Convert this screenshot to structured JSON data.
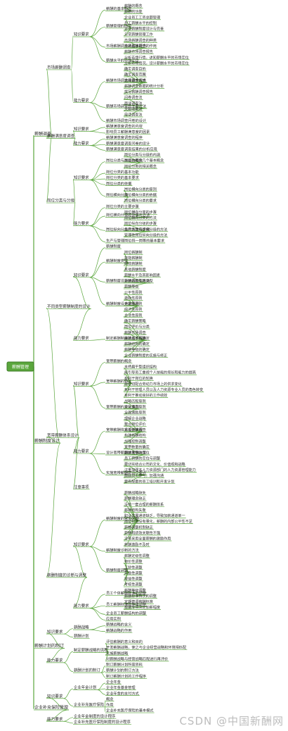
{
  "root": "薪酬管理",
  "watermark": "CSDN @中国新酬网",
  "colors": {
    "line": "#5aa63c",
    "root_fill": "#5aa63c",
    "text": "#2b2b2b"
  },
  "branches": [
    {
      "label": "薪酬调查",
      "children": [
        {
          "label": "市场薪酬调查",
          "children": [
            {
              "label": "知识要求",
              "children": [
                {
                  "label": "薪酬的基本概念",
                  "children": [
                    {
                      "label": "薪酬的概念"
                    },
                    {
                      "label": "薪酬的功能"
                    }
                  ]
                },
                {
                  "label": "薪酬管理的内容",
                  "children": [
                    {
                      "label": "企业员工工资总额管理"
                    },
                    {
                      "label": "员工薪酬水平的控制"
                    },
                    {
                      "label": "企业薪酬制度设计与完善"
                    },
                    {
                      "label": "日常薪酬管理工作"
                    }
                  ]
                },
                {
                  "label": "市场薪酬调查的基本概念",
                  "children": [
                    {
                      "label": "市场薪酬调查的种类"
                    },
                    {
                      "label": "市场薪酬调查的作用"
                    },
                    {
                      "label": "薪酬市场调查报告"
                    }
                  ]
                },
                {
                  "label": "薪酬水平的市场定位",
                  "children": [
                    {
                      "label": "分析市场行情，述知薪酬水平的市场定位"
                    },
                    {
                      "label": "分析市场情况，设计薪酬水平的市场定位"
                    }
                  ]
                }
              ]
            },
            {
              "label": "能力要求",
              "children": [
                {
                  "label": "薪酬市场调查的基本程序",
                  "children": [
                    {
                      "label": "确定调查目的"
                    },
                    {
                      "label": "确定调查范围"
                    },
                    {
                      "label": "选择调查方式"
                    },
                    {
                      "label": "薪酬调查数据的统计分析"
                    },
                    {
                      "label": "撰写薪酬调查报告"
                    }
                  ]
                },
                {
                  "label": "薪酬市场调查的主要方法",
                  "children": [
                    {
                      "label": "问卷调查法"
                    },
                    {
                      "label": "面谈调查法"
                    },
                    {
                      "label": "文献收集法"
                    },
                    {
                      "label": "电话调查法"
                    }
                  ]
                },
                {
                  "label": "薪酬市场调查问卷的设计"
                }
              ]
            }
          ]
        },
        {
          "label": "薪酬满意度调查",
          "children": [
            {
              "label": "知识要求",
              "children": [
                {
                  "label": "薪酬满意度调查的内容"
                },
                {
                  "label": "影响员工薪酬满意度的因素"
                }
              ]
            },
            {
              "label": "能力要求",
              "children": [
                {
                  "label": "薪酬满意度调查的程序"
                },
                {
                  "label": "薪酬满意度调查问卷的设计"
                },
                {
                  "label": "薪酬满意度调查结果的分析应用"
                }
              ]
            }
          ]
        },
        {
          "label": "岗位分类与分级",
          "children": [
            {
              "label": "知识要求",
              "children": [
                {
                  "label": "岗位分类与分级的概念",
                  "children": [
                    {
                      "label": "岗位分类与分级的内涵"
                    },
                    {
                      "label": "岗位分类的几个基本概念"
                    },
                    {
                      "label": "岗位分类的相关概念"
                    }
                  ]
                },
                {
                  "label": "岗位分类的基本功能"
                },
                {
                  "label": "岗位分类的基本要求"
                },
                {
                  "label": "岗位分类的依据"
                },
                {
                  "label": "岗位横向分类",
                  "children": [
                    {
                      "label": "岗位横向分类的原则"
                    },
                    {
                      "label": "岗位横向分类的依据"
                    },
                    {
                      "label": "岗位横向分类的要求"
                    }
                  ]
                }
              ]
            },
            {
              "label": "能力要求",
              "children": [
                {
                  "label": "岗位分类的主要步骤"
                },
                {
                  "label": "岗位横向分类的步骤与方法",
                  "children": [
                    {
                      "label": "岗位横向分类的步骤"
                    },
                    {
                      "label": "岗位横向分类的方法"
                    }
                  ]
                },
                {
                  "label": "岗位纵向分级的方法与步骤",
                  "children": [
                    {
                      "label": "岗位纵向分级的步骤"
                    },
                    {
                      "label": "生产性岗位纵向分级的方法"
                    },
                    {
                      "label": "管理性岗位纵向分级的方法"
                    }
                  ]
                },
                {
                  "label": "生产与管理岗位统一岗等的基本要求"
                }
              ]
            }
          ]
        }
      ]
    },
    {
      "label": "薪酬制度设计",
      "children": [
        {
          "label": "不同类型薪酬制度的设计",
          "children": [
            {
              "label": "知识要求",
              "children": [
                {
                  "label": "薪酬制度"
                },
                {
                  "label": "薪酬制度类型",
                  "children": [
                    {
                      "label": "岗位薪酬制"
                    },
                    {
                      "label": "技能薪酬制"
                    },
                    {
                      "label": "绩效薪酬制"
                    },
                    {
                      "label": "其他薪酬制度"
                    }
                  ]
                },
                {
                  "label": "薪酬制度设计的内容和方法",
                  "children": [
                    {
                      "label": "薪酬水平及其影响因素"
                    },
                    {
                      "label": "薪酬结构及其类型"
                    },
                    {
                      "label": "薪酬等级"
                    }
                  ]
                },
                {
                  "label": "薪酬制度设计的原则",
                  "children": [
                    {
                      "label": "公平性原则"
                    },
                    {
                      "label": "激励性原则"
                    },
                    {
                      "label": "竞争性原则"
                    },
                    {
                      "label": "经济性原则"
                    },
                    {
                      "label": "合法性原则"
                    }
                  ]
                }
              ]
            },
            {
              "label": "能力要求",
              "children": [
                {
                  "label": "制定薪酬制度的基本程序",
                  "children": [
                    {
                      "label": "确定薪酬策略"
                    },
                    {
                      "label": "岗位评价与分类"
                    },
                    {
                      "label": "薪酬市场调查"
                    },
                    {
                      "label": "薪酬水平的确定"
                    },
                    {
                      "label": "薪酬结构的确定"
                    },
                    {
                      "label": "薪酬等级的确定"
                    },
                    {
                      "label": "企业薪酬制度的实施与修正"
                    }
                  ]
                }
              ]
            }
          ]
        },
        {
          "label": "宽带薪酬体系设计",
          "children": [
            {
              "label": "知识要求",
              "children": [
                {
                  "label": "宽带薪酬的概念"
                },
                {
                  "label": "宽带薪酬的特征",
                  "children": [
                    {
                      "label": "支持扁平型组织结构"
                    },
                    {
                      "label": "能引导员工重视个人技能的增长和能力的提高"
                    },
                    {
                      "label": "有利于岗位的轮换"
                    },
                    {
                      "label": "能密切配合劳动力市场上的供求变化"
                    },
                    {
                      "label": "有利于管理人员以及人力资源专业人员的角色转变"
                    },
                    {
                      "label": "有利于推动良好的工作绩效"
                    }
                  ]
                },
                {
                  "label": "宽带薪酬的设计原则",
                  "children": [
                    {
                      "label": "战略匹配原则"
                    },
                    {
                      "label": "文化适应原则"
                    },
                    {
                      "label": "全面激励原则"
                    }
                  ]
                }
              ]
            },
            {
              "label": "能力要求",
              "children": [
                {
                  "label": "宽带薪酬体系设计流程",
                  "children": [
                    {
                      "label": "理解企业战略"
                    },
                    {
                      "label": "整合岗位评价"
                    },
                    {
                      "label": "完善薪酬调查"
                    },
                    {
                      "label": "构建薪酬结构"
                    },
                    {
                      "label": "加强控制调整"
                    }
                  ]
                },
                {
                  "label": "设计宽带薪酬的关键决策",
                  "children": [
                    {
                      "label": "宽带数量的确定"
                    },
                    {
                      "label": "薪酬宽带的定位"
                    },
                    {
                      "label": "员工薪酬的定位与调整"
                    }
                  ]
                },
                {
                  "label": "实施宽带薪酬的几个要点",
                  "children": [
                    {
                      "label": "要切实结合公司的文化、价值观和战略"
                    },
                    {
                      "label": "注重加强本人力资源部门的人力资源管理能力"
                    },
                    {
                      "label": "鼓励员工参与，加强沟通"
                    },
                    {
                      "label": "要有配套的员工培训和开发计划"
                    }
                  ]
                }
              ]
            },
            {
              "label": "注意事项"
            }
          ]
        },
        {
          "label": "薪酬制度的诊断与调整",
          "children": [
            {
              "label": "知识要求",
              "children": [
                {
                  "label": "薪酬制度的常见问题",
                  "children": [
                    {
                      "label": "薪酬战略缺失"
                    },
                    {
                      "label": "薪酬理念缺乏"
                    },
                    {
                      "label": "没有一套合理的薪酬体系"
                    },
                    {
                      "label": "薪酬结构失衡"
                    },
                    {
                      "label": "职业发展通道缺乏，导致加薪通道单一"
                    },
                    {
                      "label": "岗位价值没有量化，薪酬的内部公平性不足"
                    },
                    {
                      "label": "薪酬调整机制缺乏"
                    },
                    {
                      "label": "薪酬和绩效关联性不强"
                    },
                    {
                      "label": "没有采用全面薪酬的激励作用"
                    },
                    {
                      "label": "薪酬激励不及时"
                    }
                  ]
                },
                {
                  "label": "薪酬制度诊断的方法"
                },
                {
                  "label": "薪酬制度调整",
                  "children": [
                    {
                      "label": "薪酬定级性调整"
                    },
                    {
                      "label": "物价性调整"
                    },
                    {
                      "label": "工龄性调整"
                    },
                    {
                      "label": "奖励性调整"
                    },
                    {
                      "label": "效益性调整"
                    },
                    {
                      "label": "考核性调整"
                    }
                  ]
                }
              ]
            },
            {
              "label": "能力要求",
              "children": [
                {
                  "label": "员工个体薪酬标准的调整",
                  "children": [
                    {
                      "label": "薪酬等级调整"
                    },
                    {
                      "label": "薪酬标准档次的调整"
                    }
                  ]
                },
                {
                  "label": "员工薪酬标准的整体调整",
                  "children": [
                    {
                      "label": "定期普调薪酬标准"
                    },
                    {
                      "label": "根据专项决定加薪幅度"
                    }
                  ]
                },
                {
                  "label": "企业员工薪酬结构的调整"
                },
                {
                  "label": "应用实例"
                }
              ]
            }
          ]
        }
      ]
    },
    {
      "label": "薪酬计划的制订",
      "children": [
        {
          "label": "知识要求",
          "children": [
            {
              "label": "薪酬战略",
              "children": [
                {
                  "label": "薪酬战略的含义"
                },
                {
                  "label": "薪酬战略的作用"
                }
              ]
            },
            {
              "label": "薪酬计划"
            }
          ]
        },
        {
          "label": "能力要求",
          "children": [
            {
              "label": "制定薪酬战略的流程",
              "children": [
                {
                  "label": "评估薪酬的意义和目的"
                },
                {
                  "label": "开发薪酬战略，使之与企业经营战略和环境相匹配"
                },
                {
                  "label": "实施薪酬战略"
                },
                {
                  "label": "对薪酬战略与经营战略匹配进行再评价"
                }
              ]
            },
            {
              "label": "薪酬计划的制订",
              "children": [
                {
                  "label": "制订薪酬计划所需资料"
                },
                {
                  "label": "薪酬计划的制订方法"
                },
                {
                  "label": "制订薪酬计划的工作程序"
                }
              ]
            }
          ]
        }
      ]
    },
    {
      "label": "企业补充保险管理",
      "children": [
        {
          "label": "知识要求",
          "children": [
            {
              "label": "企业年金计划",
              "children": [
                {
                  "label": "企业年金"
                },
                {
                  "label": "企业年金基金管理"
                },
                {
                  "label": "企业年金的支付方式"
                }
              ]
            },
            {
              "label": "企业补充医疗保险",
              "children": [
                {
                  "label": "概念"
                },
                {
                  "label": "作用"
                },
                {
                  "label": "企业补充医疗保险的基本模式"
                }
              ]
            }
          ]
        },
        {
          "label": "能力要求",
          "children": [
            {
              "label": "企业年金制度的设计程序"
            },
            {
              "label": "企业补充医疗保险制度的设计程序"
            }
          ]
        }
      ]
    }
  ]
}
